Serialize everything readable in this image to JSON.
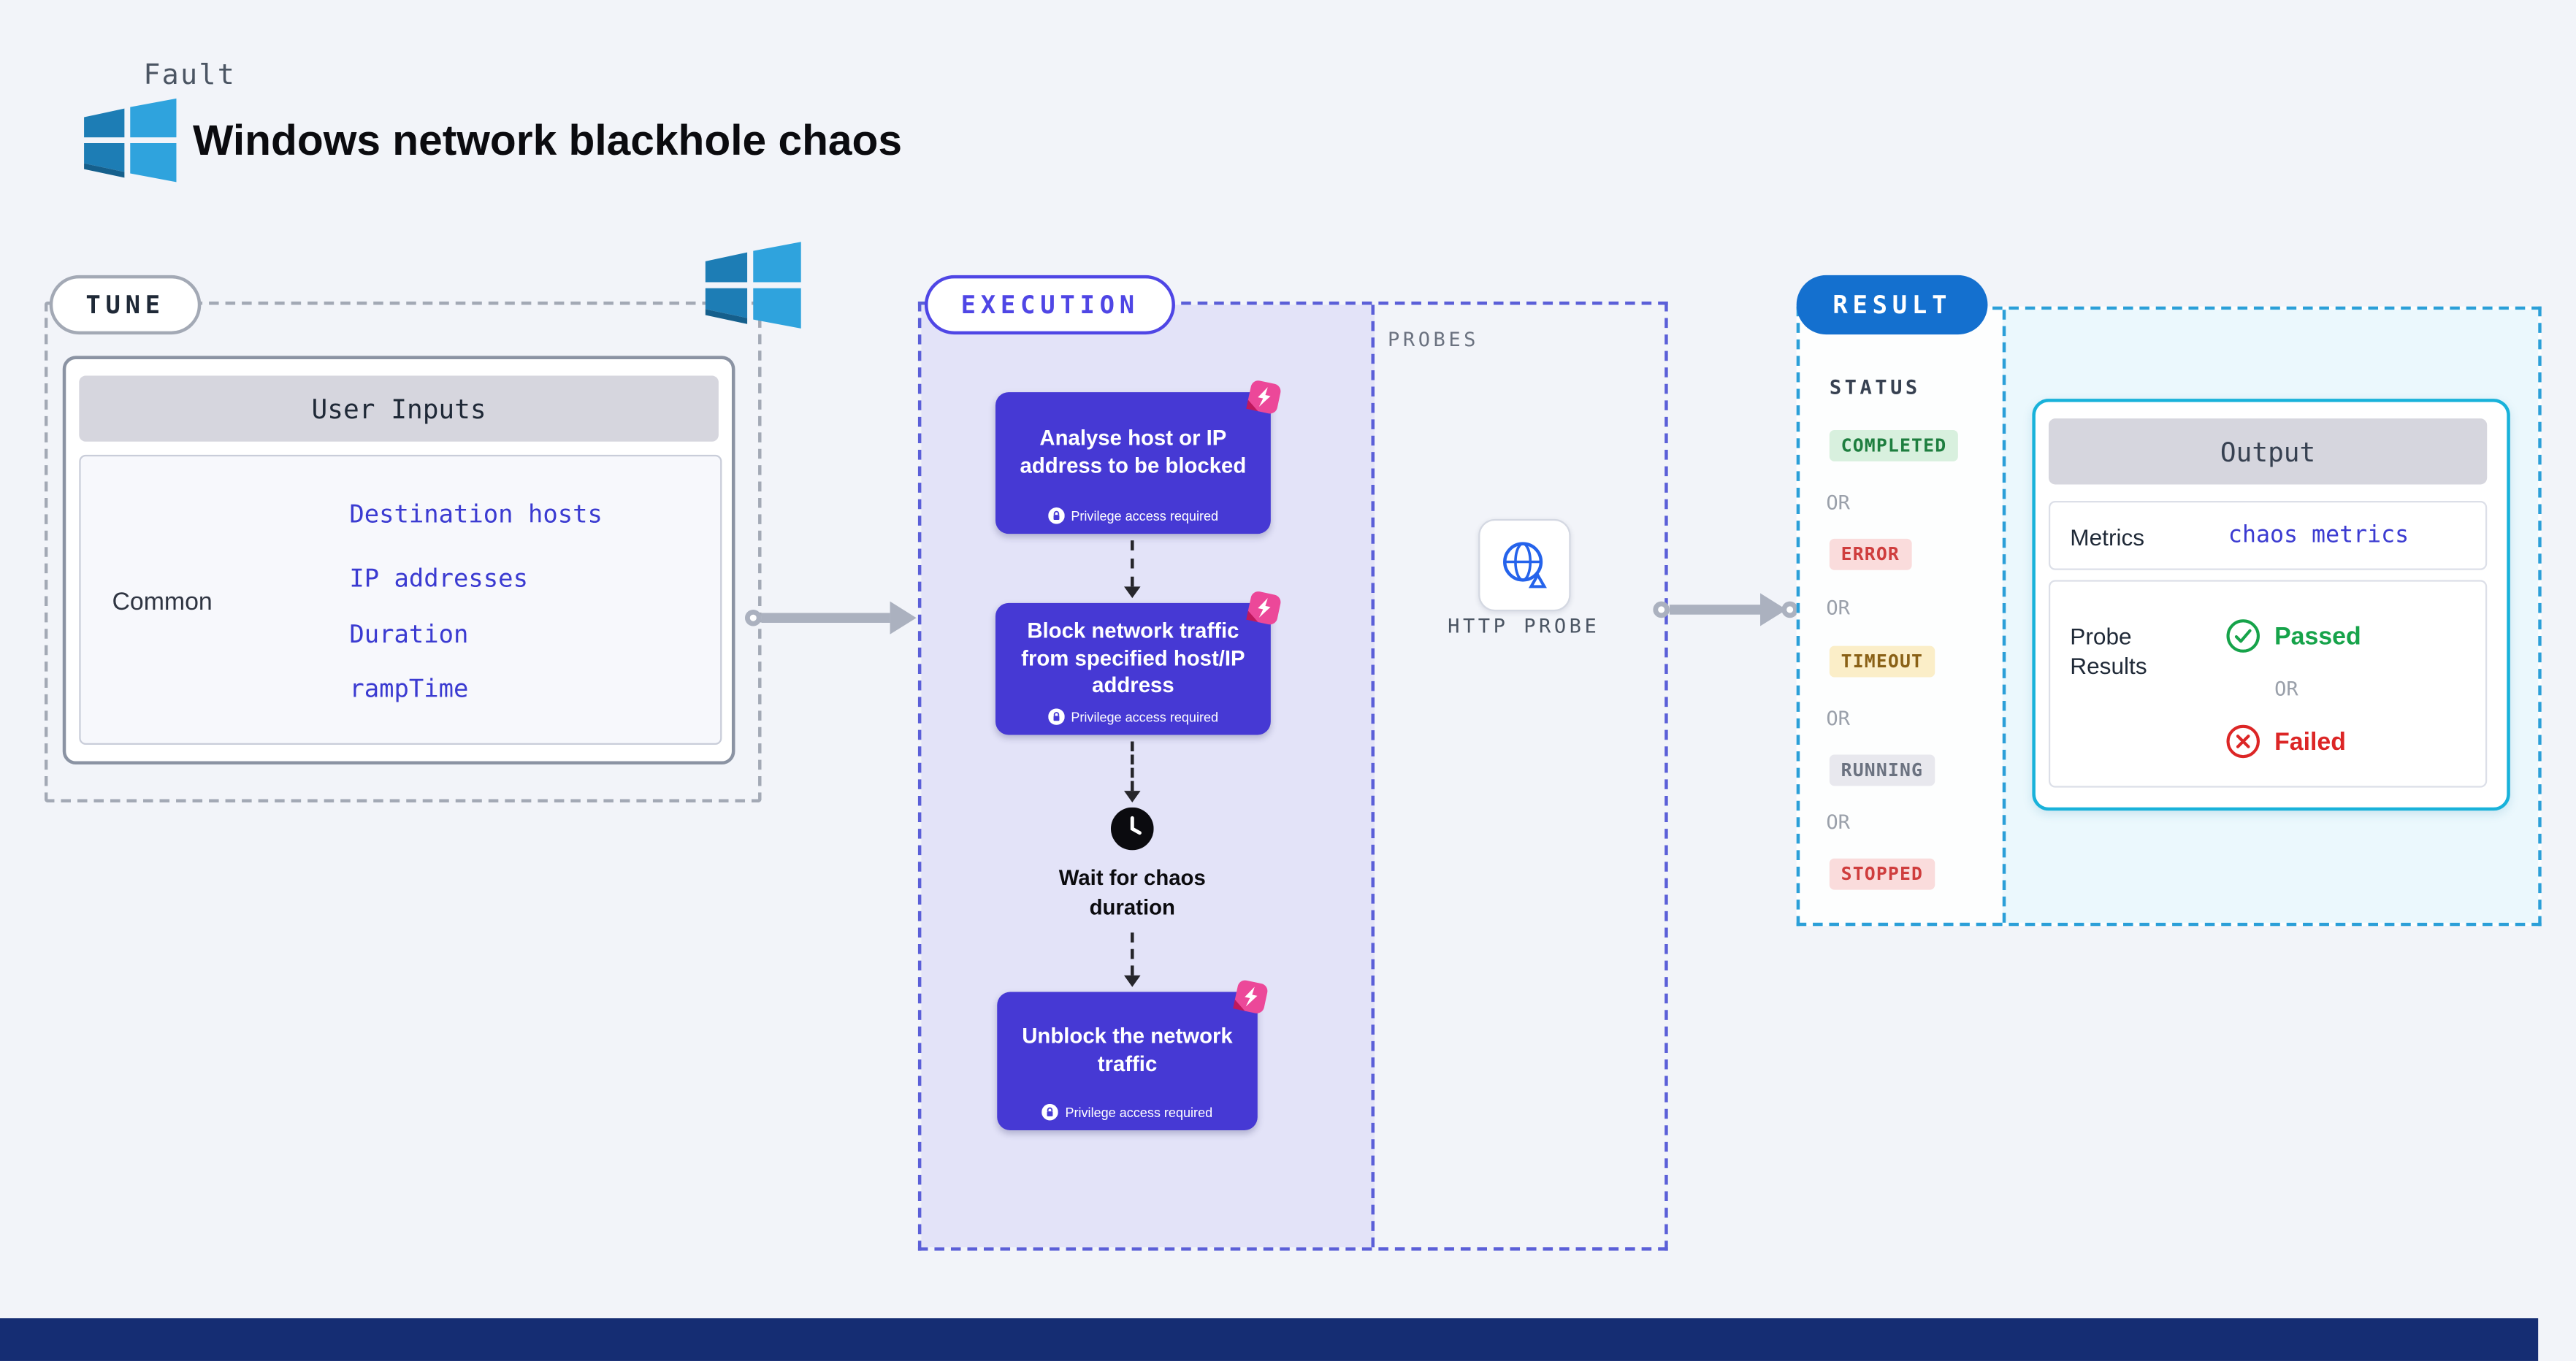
{
  "header": {
    "kicker": "Fault",
    "title": "Windows network blackhole chaos"
  },
  "tune": {
    "label": "TUNE",
    "table": {
      "header": "User Inputs",
      "row_label": "Common",
      "links": [
        "Destination hosts",
        "IP addresses",
        "Duration",
        "rampTime"
      ]
    }
  },
  "execution": {
    "label": "EXECUTION",
    "steps": [
      {
        "title": "Analyse host or IP address to be blocked",
        "badge": "Privilege access required"
      },
      {
        "title": "Block network traffic from specified host/IP address",
        "badge": "Privilege access required"
      },
      {
        "title": "Wait for chaos duration"
      },
      {
        "title": "Unblock the network traffic",
        "badge": "Privilege access required"
      }
    ],
    "probes": {
      "label": "PROBES",
      "probe_label": "HTTP PROBE"
    }
  },
  "result": {
    "label": "RESULT",
    "status": {
      "label": "STATUS",
      "or": "OR",
      "badges": [
        {
          "text": "COMPLETED",
          "fg": "#1e7e3f",
          "bg": "#d8f0de"
        },
        {
          "text": "ERROR",
          "fg": "#cf3d3d",
          "bg": "#fadcdc"
        },
        {
          "text": "TIMEOUT",
          "fg": "#8a6116",
          "bg": "#fbeec8"
        },
        {
          "text": "RUNNING",
          "fg": "#6b7280",
          "bg": "#e8e8ee"
        },
        {
          "text": "STOPPED",
          "fg": "#cf3d3d",
          "bg": "#fadcdc"
        }
      ]
    },
    "output": {
      "header": "Output",
      "metrics_label": "Metrics",
      "metrics_link": "chaos metrics",
      "probe_label": "Probe Results",
      "passed": "Passed",
      "or": "OR",
      "failed": "Failed"
    }
  },
  "icons": {
    "windows_logo": "windows-logo",
    "lock": "lock",
    "fault_sticker": "chaos-fault",
    "clock": "clock",
    "globe": "globe",
    "passed": "check-circle",
    "failed": "x-circle"
  },
  "colors": {
    "step_purple": "#4639d4",
    "execution_fill": "#e3e3f8",
    "execution_border": "#5b5fd8",
    "result_border": "#2b9fd8",
    "result_pill": "#1470cf",
    "output_border": "#19b2da",
    "link_blue": "#3b3bd1",
    "passed_green": "#16a34a",
    "failed_red": "#dc2626",
    "footer_navy": "#152d73"
  }
}
